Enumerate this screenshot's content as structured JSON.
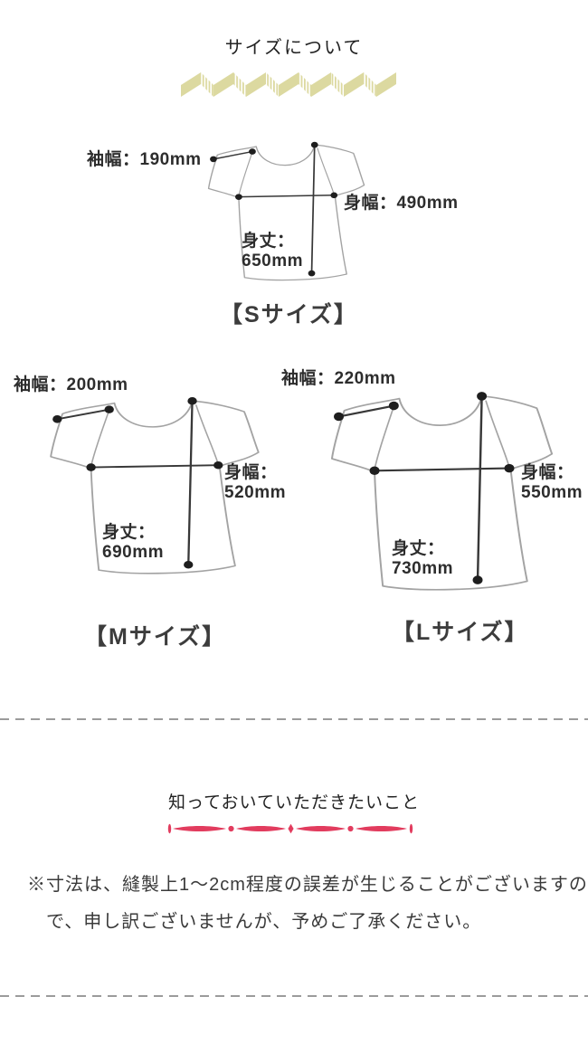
{
  "header": {
    "title": "サイズについて"
  },
  "sizes": [
    {
      "caption": "【Sサイズ】",
      "sleeve_label": "袖幅：190mm",
      "width_label": "身幅：490mm",
      "length_line1": "身丈：",
      "length_line2": "650mm",
      "measurements_mm": {
        "sleeve_width": 190,
        "body_width": 490,
        "body_length": 650
      }
    },
    {
      "caption": "【Mサイズ】",
      "sleeve_label": "袖幅：200mm",
      "width_line1": "身幅：",
      "width_line2": "520mm",
      "length_line1": "身丈：",
      "length_line2": "690mm",
      "measurements_mm": {
        "sleeve_width": 200,
        "body_width": 520,
        "body_length": 690
      }
    },
    {
      "caption": "【Lサイズ】",
      "sleeve_label": "袖幅：220mm",
      "width_line1": "身幅：",
      "width_line2": "550mm",
      "length_line1": "身丈：",
      "length_line2": "730mm",
      "measurements_mm": {
        "sleeve_width": 220,
        "body_width": 550,
        "body_length": 730
      }
    }
  ],
  "notice": {
    "title": "知っておいていただきたいこと",
    "line1": "※寸法は、縫製上1〜2cm程度の誤差が生じることがございますの",
    "line2": "で、申し訳ございませんが、予めご了承ください。"
  },
  "colors": {
    "washi_tape_khaki": "#dcd9a0",
    "accent_red": "#e23c5e",
    "shirt_outline_gray": "#a3a3a3",
    "measure_line": "#383838",
    "measure_dot": "#1e1e1e",
    "dashed_line_gray": "#9b9b9b",
    "text_dark": "#2d2d2d"
  }
}
